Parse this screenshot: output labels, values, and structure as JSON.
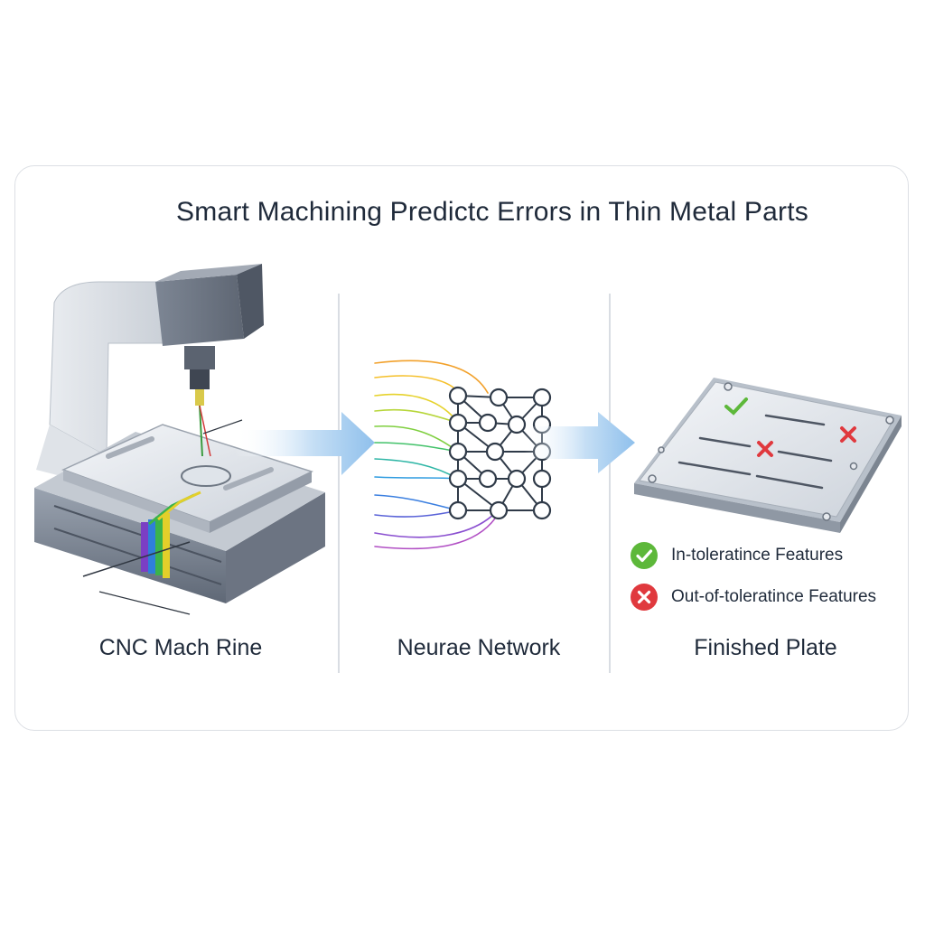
{
  "title": "Smart Machining Predictc Errors in Thin Metal Parts",
  "stages": [
    {
      "label": "CNC Mach Rine",
      "icon": "cnc-machine-icon"
    },
    {
      "label": "Neurae Network",
      "icon": "neural-network-icon"
    },
    {
      "label": "Finished Plate",
      "icon": "finished-plate-icon"
    }
  ],
  "legend": [
    {
      "label": "In-toleratince Features",
      "icon": "check-icon",
      "color": "#5db83a"
    },
    {
      "label": "Out-of-toleratince Features",
      "icon": "cross-icon",
      "color": "#e0393e"
    }
  ],
  "colors": {
    "text": "#1f2a3a",
    "arrow": "#9ec9ef",
    "machine": "#8f97a4",
    "network": "#2f3a48"
  }
}
